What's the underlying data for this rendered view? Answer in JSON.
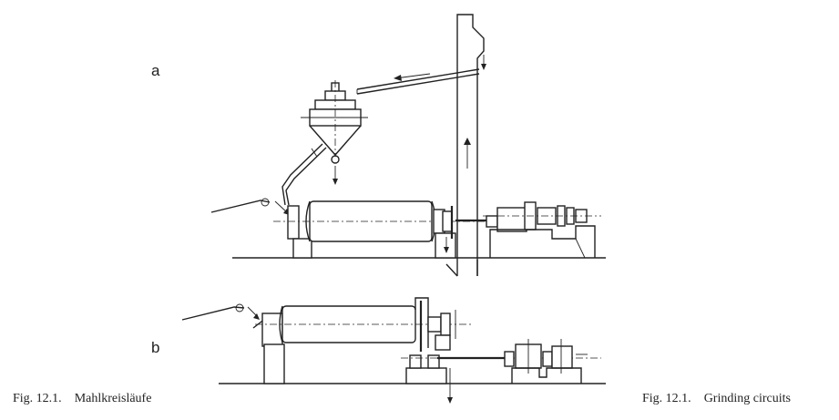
{
  "diagram": {
    "label_a": "a",
    "label_b": "b",
    "caption_left": {
      "number": "Fig. 12.1.",
      "text": "Mahlkreisläufe"
    },
    "caption_right": {
      "number": "Fig. 12.1.",
      "text": "Grinding circuits"
    }
  }
}
